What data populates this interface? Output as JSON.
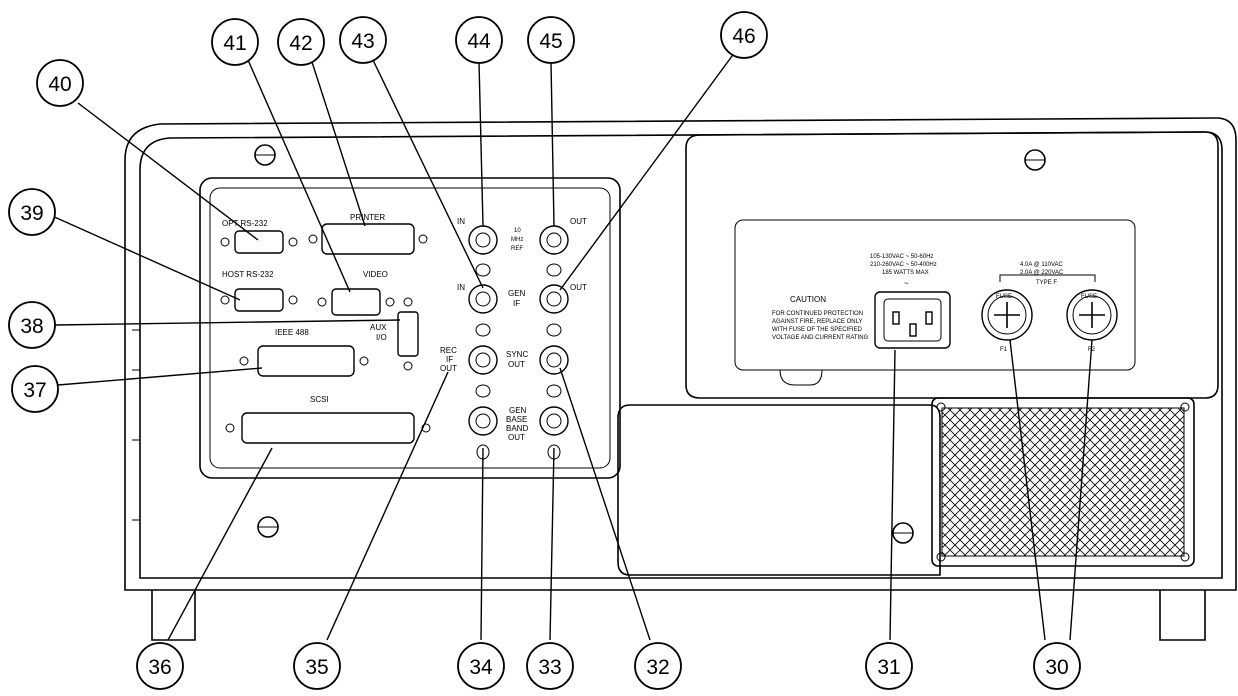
{
  "panel": {
    "connectors": {
      "opt_rs232": "OPT  RS-232",
      "host_rs232": "HOST RS-232",
      "printer": "PRINTER",
      "video": "VIDEO",
      "aux_io_1": "AUX",
      "aux_io_2": "I/O",
      "ieee488": "IEEE 488",
      "scsi": "SCSI"
    },
    "bnc": {
      "in_top": "IN",
      "ref_1": "10",
      "ref_2": "MHz",
      "ref_3": "REF",
      "out_top": "OUT",
      "in_mid": "IN",
      "gen_if_1": "GEN",
      "gen_if_2": "IF",
      "out_mid": "OUT",
      "rec_if_1": "REC",
      "rec_if_2": "IF",
      "rec_if_3": "OUT",
      "sync_1": "SYNC",
      "sync_2": "OUT",
      "gen_bb_1": "GEN",
      "gen_bb_2": "BASE",
      "gen_bb_3": "BAND",
      "gen_bb_4": "OUT"
    },
    "power": {
      "rating_1": "105-130VAC ~ 50-60Hz",
      "rating_2": "210-260VAC ~ 50-400Hz",
      "rating_3": "185 WATTS MAX",
      "tilde": "~",
      "caution_title": "CAUTION",
      "caution_1": "FOR CONTINUED PROTECTION",
      "caution_2": "AGAINST FIRE, REPLACE ONLY",
      "caution_3": "WITH FUSE OF THE SPECIFIED",
      "caution_4": "VOLTAGE AND CURRENT RATING",
      "fuse_rating_1": "4.0A @ 110VAC",
      "fuse_rating_2": "2.0A @ 220VAC",
      "fuse_type": "TYPE F",
      "fuse_cap_1": "FUSE",
      "fuse_cap_2": "FUSE",
      "f1": "F1",
      "f2": "F2"
    }
  },
  "callouts": {
    "c30": "30",
    "c31": "31",
    "c32": "32",
    "c33": "33",
    "c34": "34",
    "c35": "35",
    "c36": "36",
    "c37": "37",
    "c38": "38",
    "c39": "39",
    "c40": "40",
    "c41": "41",
    "c42": "42",
    "c43": "43",
    "c44": "44",
    "c45": "45",
    "c46": "46"
  }
}
